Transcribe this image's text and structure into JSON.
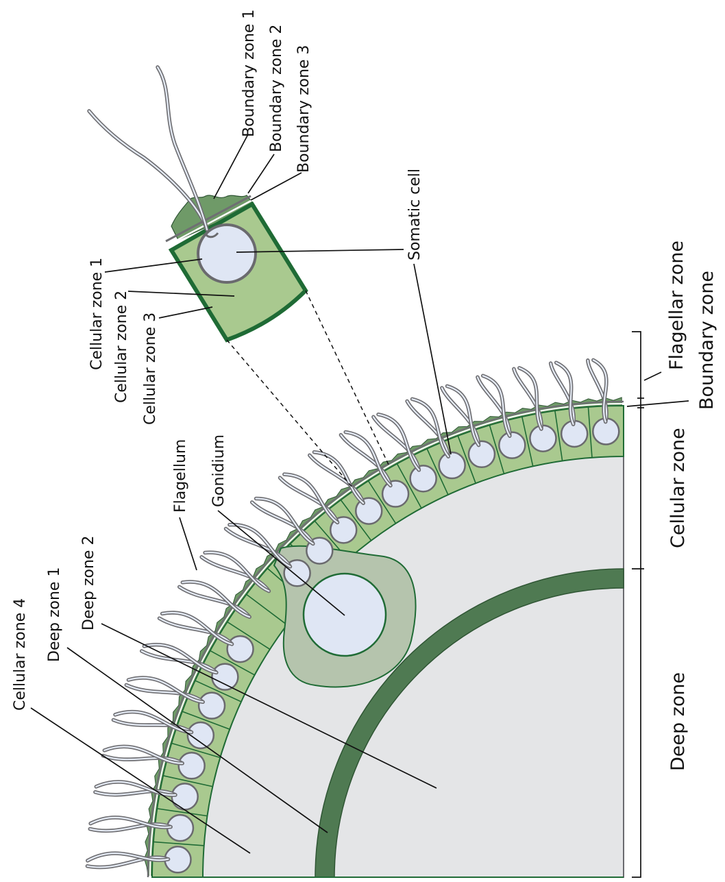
{
  "labels": {
    "boundary_zone_1": "Boundary zone 1",
    "boundary_zone_2": "Boundary zone 2",
    "boundary_zone_3": "Boundary zone 3",
    "somatic_cell": "Somatic cell",
    "cellular_zone_1": "Cellular zone 1",
    "cellular_zone_2": "Cellular zone 2",
    "cellular_zone_3": "Cellular zone 3",
    "cellular_zone_4": "Cellular zone 4",
    "deep_zone_1": "Deep zone 1",
    "deep_zone_2": "Deep zone 2",
    "flagellum": "Flagellum",
    "gonidium": "Gonidium"
  },
  "brackets": {
    "flagellar_zone": "Flagellar zone",
    "boundary_zone": "Boundary zone",
    "cellular_zone": "Cellular zone",
    "deep_zone": "Deep zone"
  },
  "colors": {
    "cell_fill": "#a9c98f",
    "cell_outline": "#1f6b35",
    "nucleus_fill": "#dfe6f4",
    "nucleus_outline": "#6a6a6e",
    "interior_fill": "#e4e5e7",
    "ecm_layer": "#4f7a52",
    "boundary_bumps": "#6f9a68",
    "gonidium_sheath": "#b5c4ad",
    "flagellum": "#6f6f73"
  }
}
